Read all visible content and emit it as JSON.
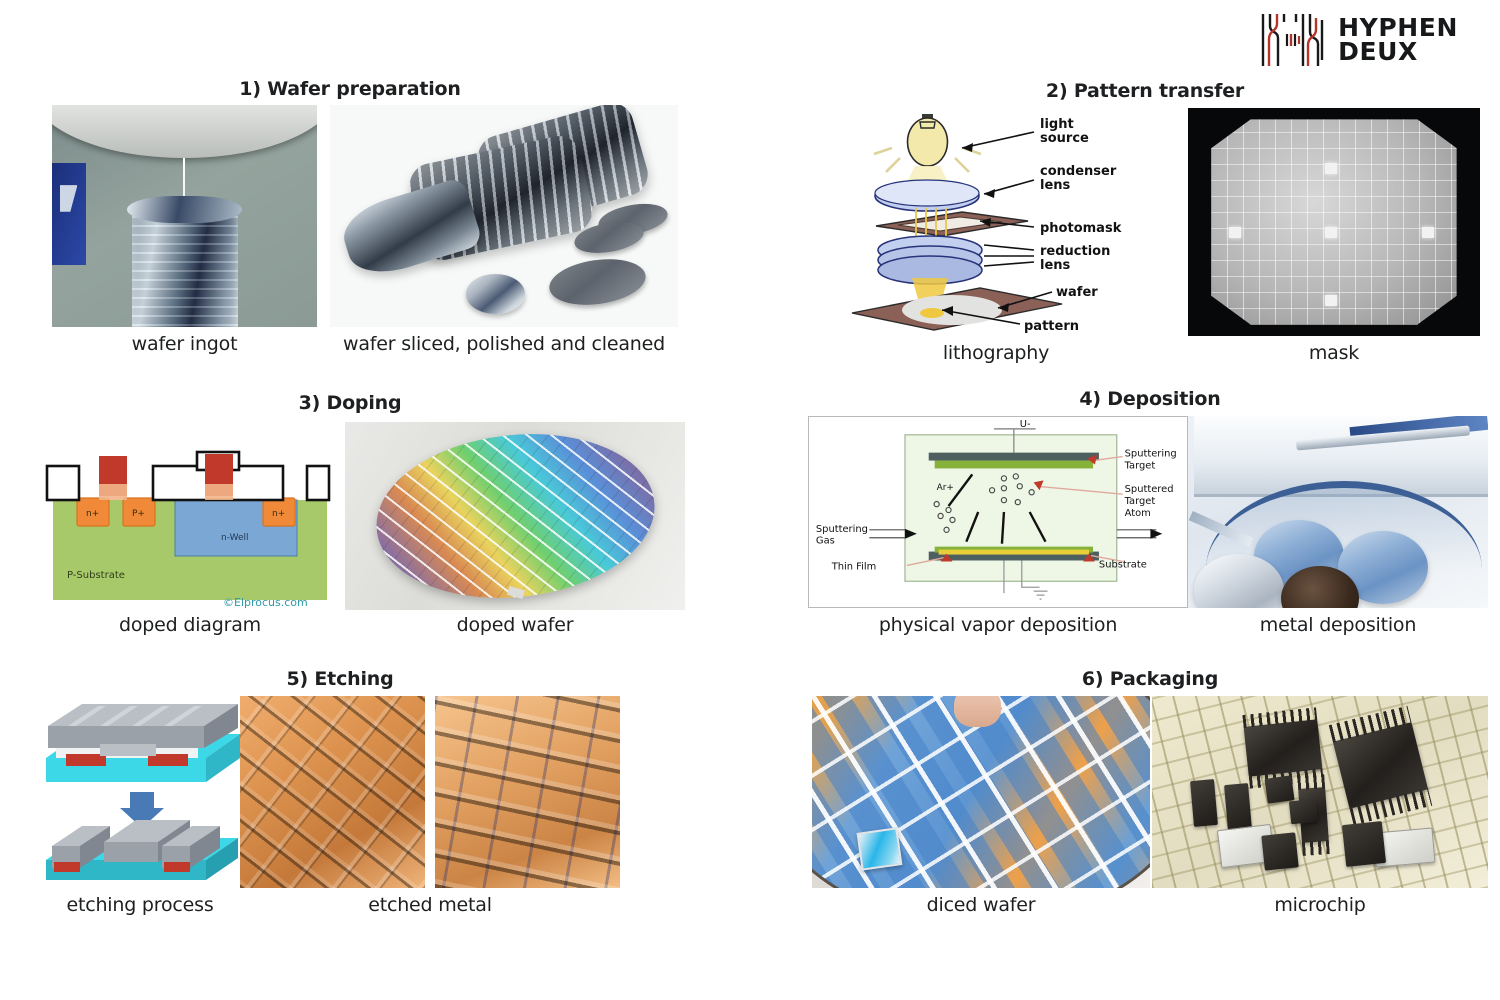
{
  "brand": {
    "name_line1": "HYPHEN",
    "name_line2": "DEUX",
    "mark_name": "circuit-h-logo-icon",
    "accent_color": "#b5352a",
    "text_color": "#16181a"
  },
  "steps": [
    {
      "id": "step-1",
      "title": "1) Wafer preparation",
      "figures": [
        {
          "caption": "wafer ingot",
          "kind": "photo"
        },
        {
          "caption": "wafer sliced, polished and cleaned",
          "kind": "photo"
        }
      ]
    },
    {
      "id": "step-2",
      "title": "2) Pattern transfer",
      "figures": [
        {
          "caption": "lithography",
          "kind": "diagram"
        },
        {
          "caption": "mask",
          "kind": "photo"
        }
      ],
      "diagram_labels": [
        "light source",
        "condenser lens",
        "photomask",
        "reduction lens",
        "wafer",
        "pattern"
      ]
    },
    {
      "id": "step-3",
      "title": "3) Doping",
      "figures": [
        {
          "caption": "doped diagram",
          "kind": "diagram"
        },
        {
          "caption": "doped wafer",
          "kind": "photo"
        }
      ],
      "diagram_labels": [
        "n+",
        "P+",
        "n+",
        "n-Well",
        "P-Substrate"
      ],
      "watermark": "©Elprocus.com"
    },
    {
      "id": "step-4",
      "title": "4) Deposition",
      "figures": [
        {
          "caption": "physical vapor deposition",
          "kind": "diagram"
        },
        {
          "caption": "metal deposition",
          "kind": "photo"
        }
      ],
      "diagram_labels": [
        "U-",
        "Sputtering Target",
        "Sputtered Target Atom",
        "Ar+",
        "Sputtering Gas",
        "Thin Film",
        "Substrate"
      ]
    },
    {
      "id": "step-5",
      "title": "5) Etching",
      "figures": [
        {
          "caption": "etching process",
          "kind": "diagram"
        },
        {
          "caption": "etched metal",
          "kind": "photo"
        }
      ]
    },
    {
      "id": "step-6",
      "title": "6) Packaging",
      "figures": [
        {
          "caption": "diced wafer",
          "kind": "photo"
        },
        {
          "caption": "microchip",
          "kind": "photo"
        }
      ]
    }
  ],
  "labels": {
    "s2_light_source_a": "light",
    "s2_light_source_b": "source",
    "s2_condenser_a": "condenser",
    "s2_condenser_b": "lens",
    "s2_photomask": "photomask",
    "s2_reduction_a": "reduction",
    "s2_reduction_b": "lens",
    "s2_wafer": "wafer",
    "s2_pattern": "pattern",
    "s3_np_left": "n+",
    "s3_pp_mid": "P+",
    "s3_np_right": "n+",
    "s3_nwell": "n-Well",
    "s3_substrate": "P-Substrate",
    "s3_watermark": "©Elprocus.com",
    "s4_u": "U-",
    "s4_sput_target_a": "Sputtering",
    "s4_sput_target_b": "Target",
    "s4_sput_atom_a": "Sputtered",
    "s4_sput_atom_b": "Target",
    "s4_sput_atom_c": "Atom",
    "s4_ar": "Ar+",
    "s4_gas_a": "Sputtering",
    "s4_gas_b": "Gas",
    "s4_thinfilm": "Thin Film",
    "s4_substrate": "Substrate"
  },
  "colors": {
    "page_background": "#ffffff",
    "title_text": "#1d1f21",
    "etch_substrate": "#3dd8e8",
    "etch_contact": "#c0392b",
    "etch_arrow": "#4a7ab5",
    "dope_substrate": "#a8c96a",
    "dope_well": "#7ba7d4",
    "dope_implant": "#f08a38",
    "dope_gate": "#c0392b",
    "pvd_chamber": "#e8f3e0",
    "litho_lens": "#b9c6e8",
    "litho_light": "#f2e7a8",
    "litho_plate": "#8b5f55"
  }
}
